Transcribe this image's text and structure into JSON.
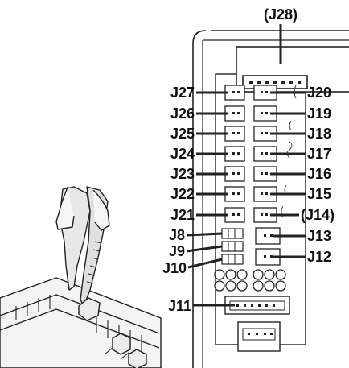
{
  "diagram": {
    "top_label": "(J28)",
    "left_labels": [
      "J27",
      "J26",
      "J25",
      "J24",
      "J23",
      "J22",
      "J21",
      "J8",
      "J9",
      "J10",
      "J11"
    ],
    "right_labels": [
      "J20",
      "J19",
      "J18",
      "J17",
      "J16",
      "J15",
      "(J14)",
      "J13",
      "J12"
    ]
  }
}
